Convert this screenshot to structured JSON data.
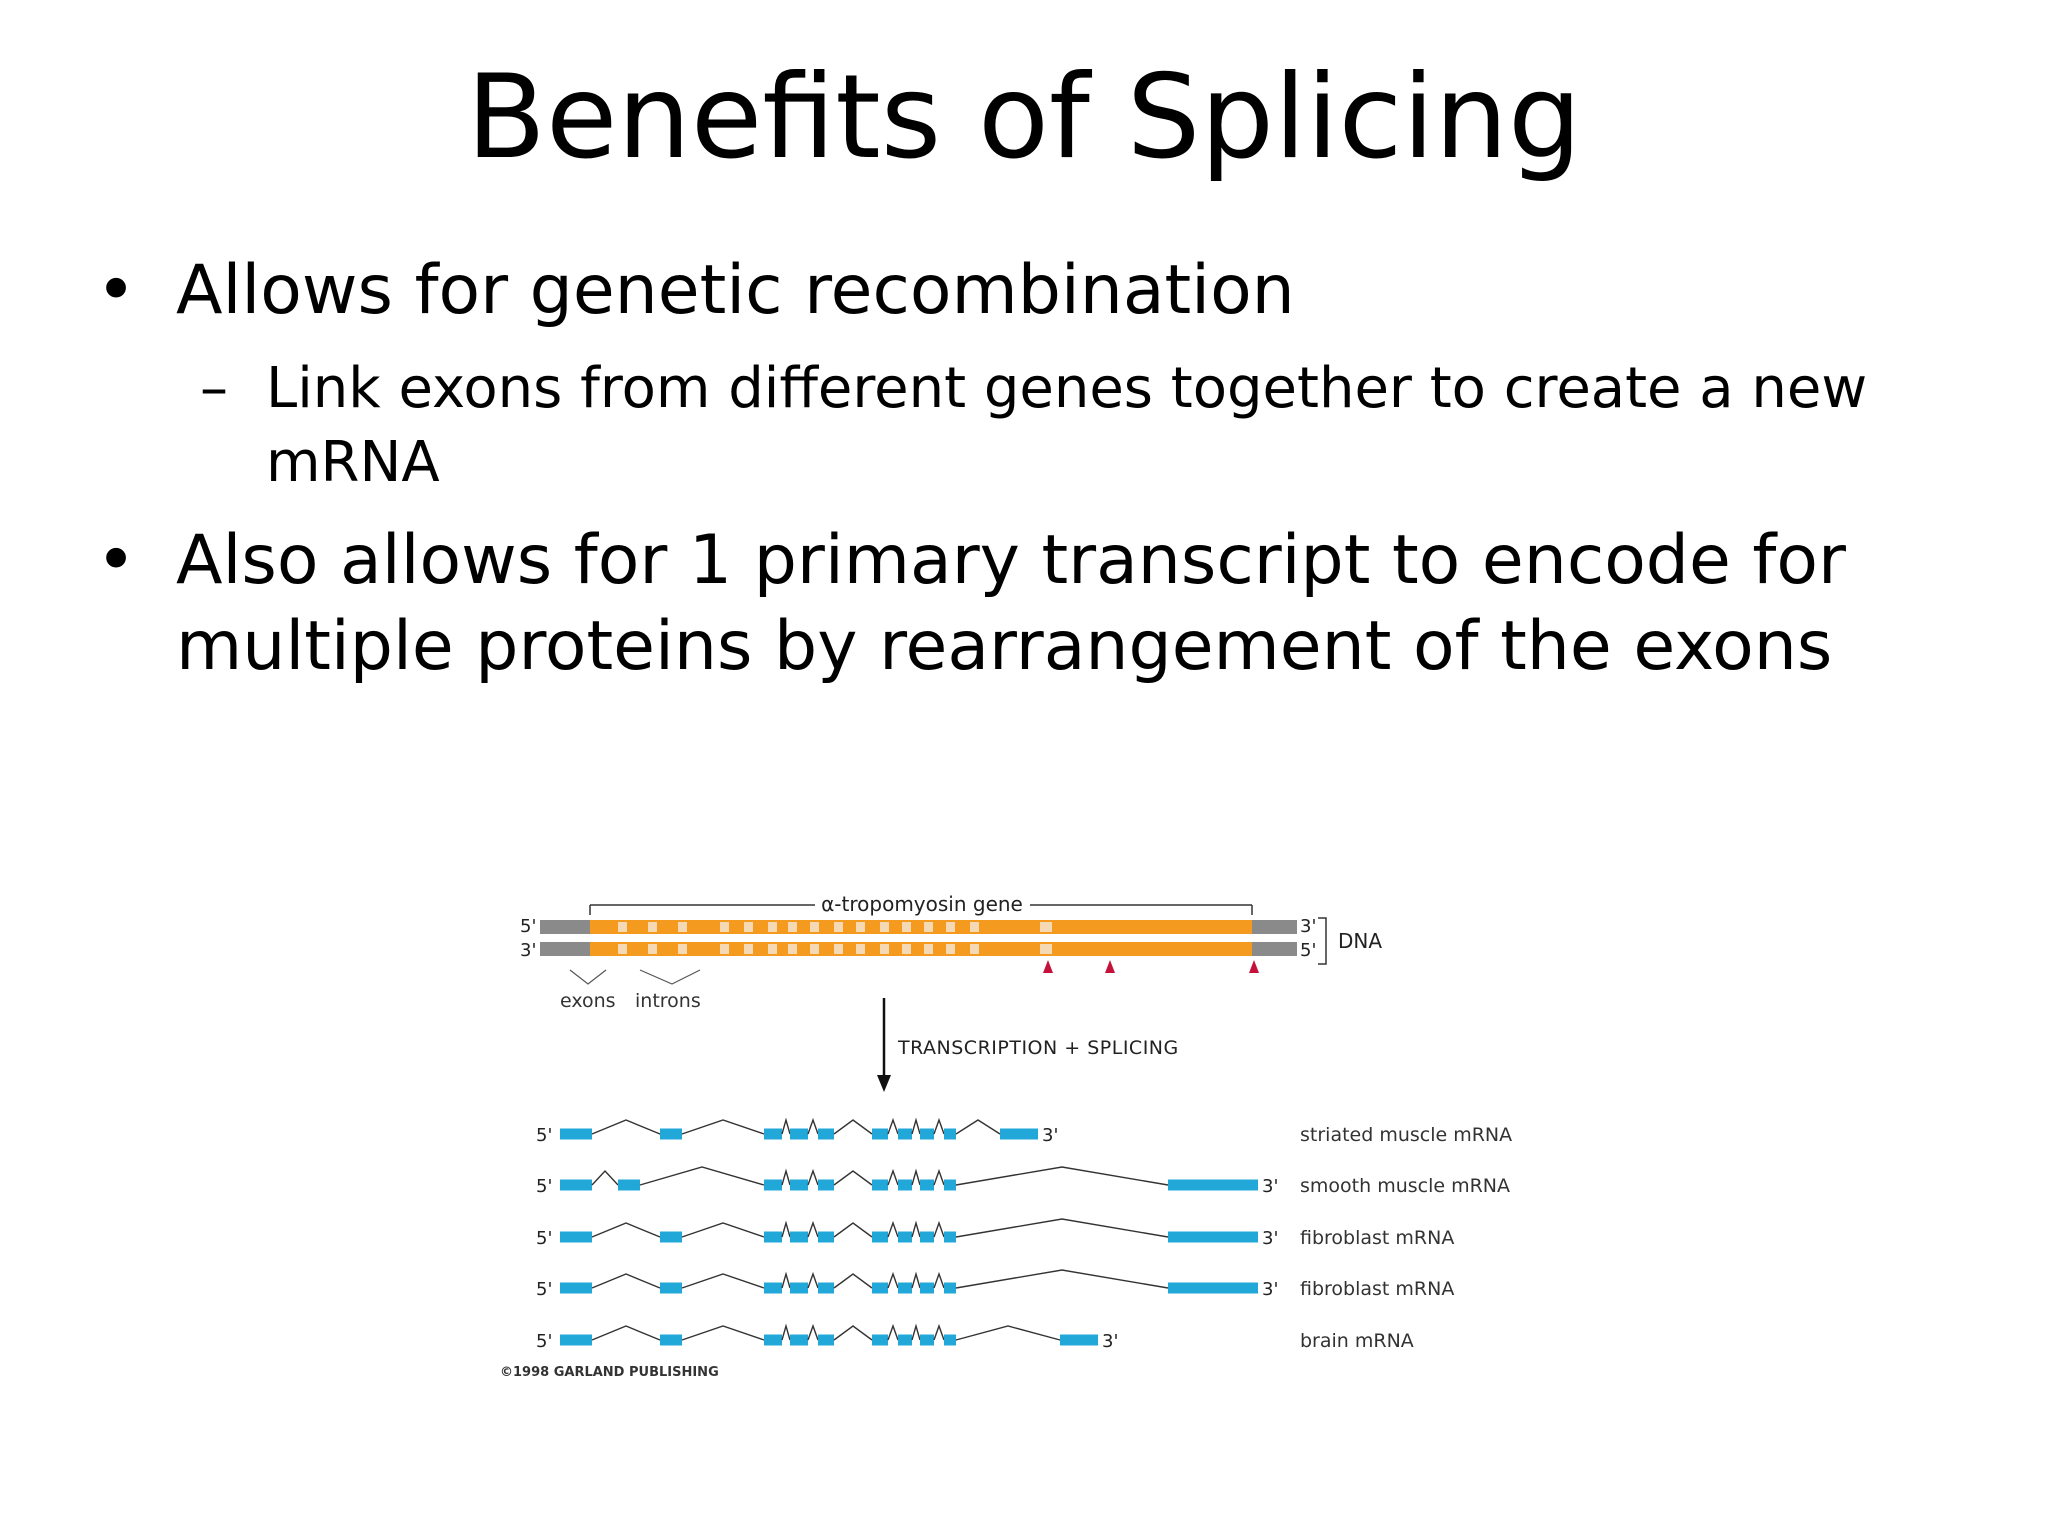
{
  "slide": {
    "title": "Benefits of Splicing",
    "bullets": [
      {
        "text": "Allows for genetic recombination",
        "sub": [
          "Link exons from different genes together to create a new mRNA"
        ]
      },
      {
        "text": "Also allows for 1 primary transcript to encode for multiple proteins by rearrangement of the exons",
        "sub": []
      }
    ],
    "bullet_glyph": "•",
    "sub_glyph": "–"
  },
  "figure": {
    "gene_label": "α-tropomyosin gene",
    "dna_label": "DNA",
    "five_prime": "5'",
    "three_prime": "3'",
    "exons_label": "exons",
    "introns_label": "introns",
    "process_label": "TRANSCRIPTION + SPLICING",
    "mrnas": [
      {
        "label": "striated muscle mRNA"
      },
      {
        "label": "smooth muscle mRNA"
      },
      {
        "label": "fibroblast mRNA"
      },
      {
        "label": "fibroblast mRNA"
      },
      {
        "label": "brain mRNA"
      }
    ],
    "copyright": "©1998 GARLAND PUBLISHING",
    "colors": {
      "dna_orange": "#f39a1f",
      "dna_gray": "#8a8a8a",
      "exon_blue": "#21a7d8",
      "marker_red": "#c4123a"
    }
  }
}
